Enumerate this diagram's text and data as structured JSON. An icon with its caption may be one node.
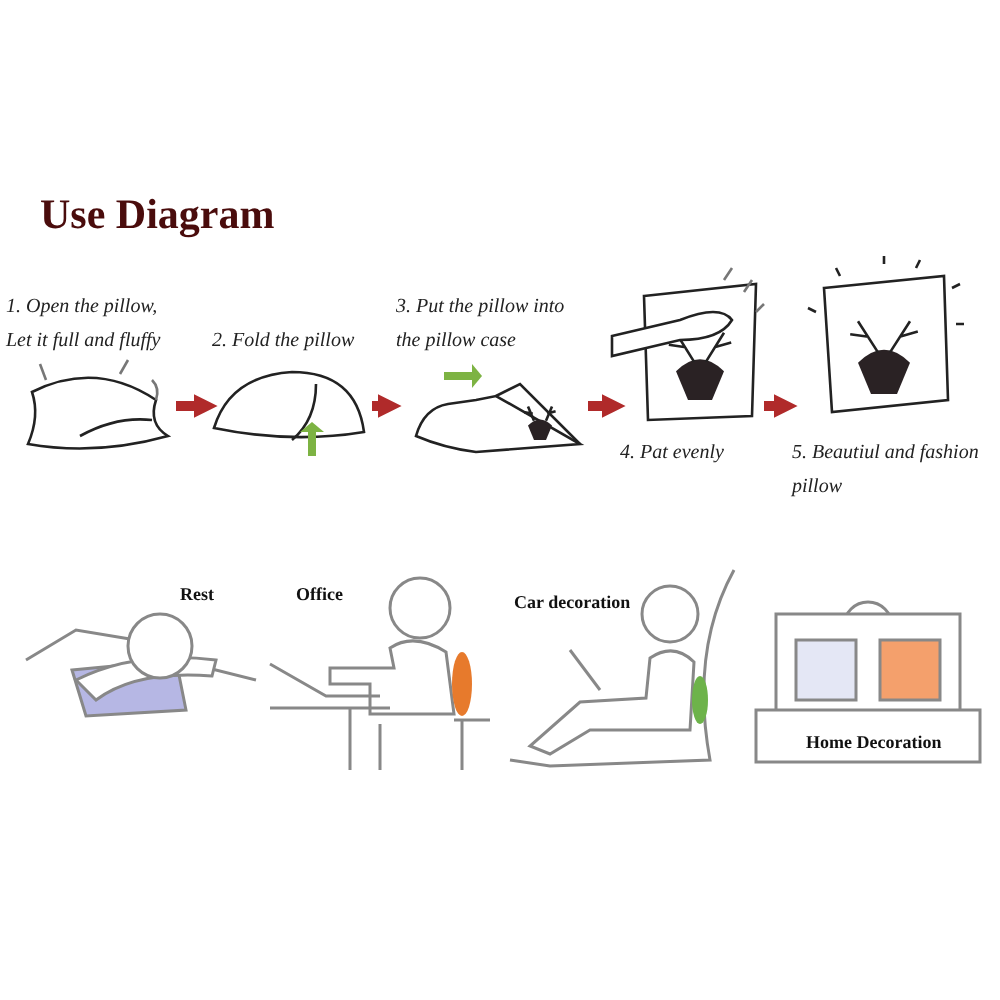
{
  "diagram": {
    "title": "Use Diagram",
    "nodes": [
      {
        "text": [
          "1. Open the pillow, Let it full and fluffy"
        ]
      },
      {
        "text": [
          "2. Fold the pillow"
        ]
      },
      {
        "text": [
          "3. Put the pillow into the pillow case"
        ]
      },
      {
        "text": [
          "4. Pat evenly"
        ]
      },
      {
        "text": [
          "5. Beautiul and fashion pillow"
        ]
      }
    ],
    "edges": [
      {
        "from": 0,
        "to": 1,
        "arrow": "to"
      },
      {
        "from": 1,
        "to": 2,
        "arrow": "to"
      },
      {
        "from": 2,
        "to": 3,
        "arrow": "to"
      },
      {
        "from": 3,
        "to": 4,
        "arrow": "to"
      }
    ],
    "labels": [
      "Rest",
      "Office",
      "Car decoration",
      "Home Decoration"
    ]
  }
}
